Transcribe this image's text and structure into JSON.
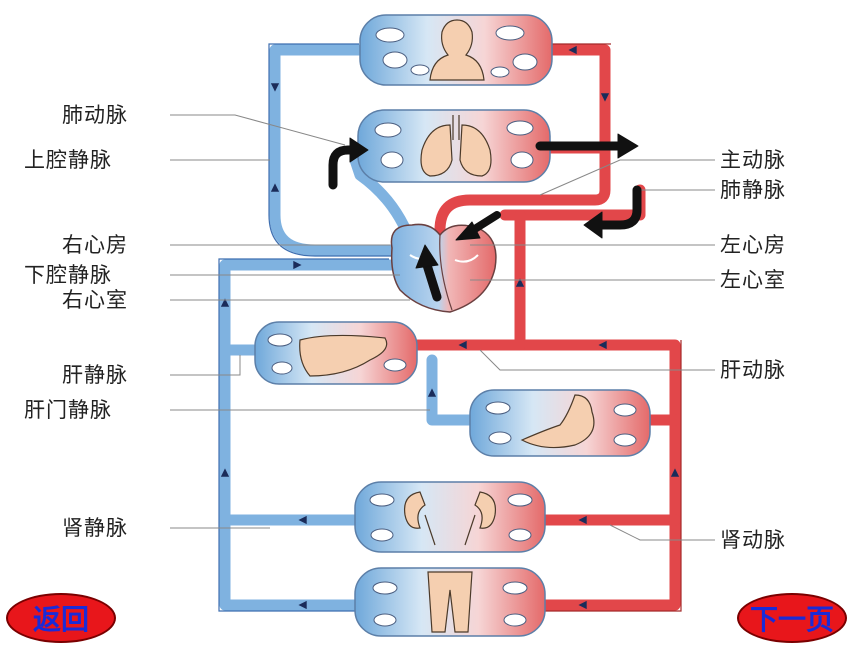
{
  "labels": {
    "pulmonary_artery": "肺动脉",
    "superior_vena_cava": "上腔静脉",
    "right_atrium": "右心房",
    "inferior_vena_cava": "下腔静脉",
    "right_ventricle": "右心室",
    "hepatic_vein": "肝静脉",
    "hepatic_portal_vein": "肝门静脉",
    "renal_vein": "肾静脉",
    "aorta": "主动脉",
    "pulmonary_vein": "肺静脉",
    "left_atrium": "左心房",
    "left_ventricle": "左心室",
    "hepatic_artery": "肝动脉",
    "renal_artery": "肾动脉"
  },
  "nav": {
    "back_label": "返回",
    "next_label": "下一页"
  },
  "colors": {
    "venous": "#7fb2e0",
    "arterial": "#e2474a",
    "button": "#e8161b",
    "button_text": "#1a2bd8"
  }
}
